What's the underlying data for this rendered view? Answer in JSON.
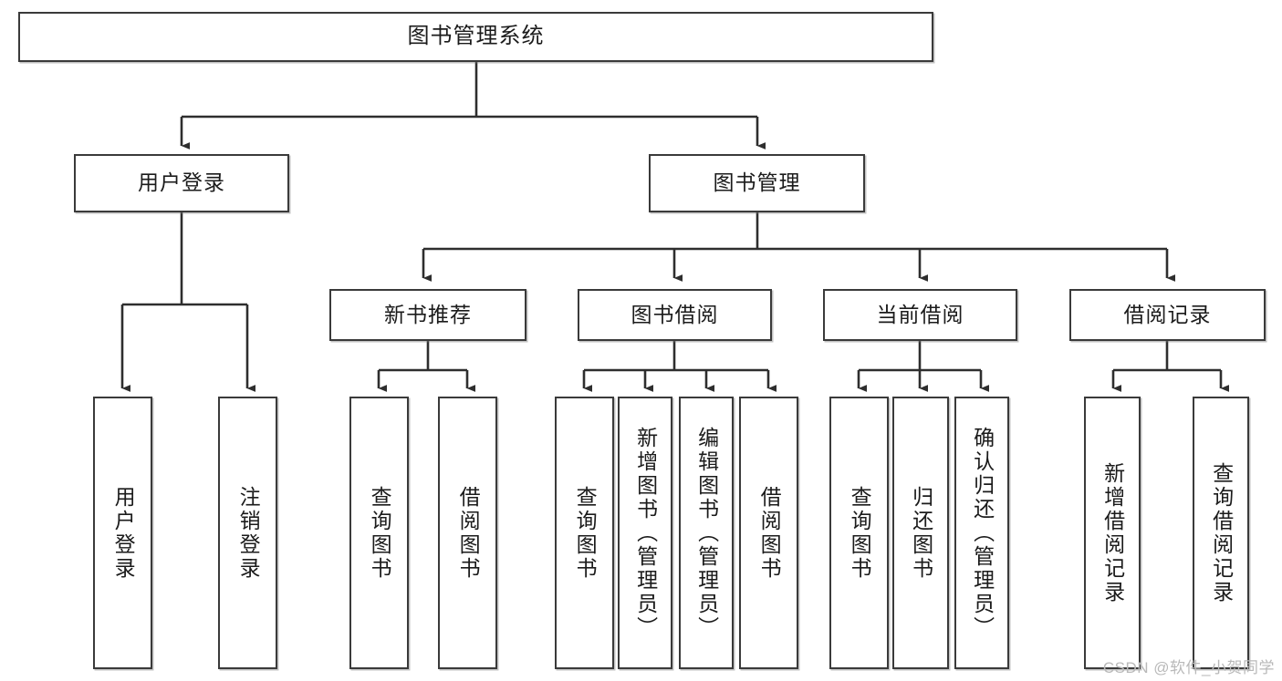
{
  "diagram": {
    "title": "图书管理系统",
    "type": "tree-hierarchy-chart",
    "stroke_color": "#3a3a3a",
    "fill_color": "#ffffff",
    "text_color": "#1b1b1b"
  },
  "nodes": {
    "root": {
      "label": "图书管理系统"
    },
    "level1": [
      {
        "label": "用户登录"
      },
      {
        "label": "图书管理"
      }
    ],
    "level2": [
      {
        "label": "新书推荐"
      },
      {
        "label": "图书借阅"
      },
      {
        "label": "当前借阅"
      },
      {
        "label": "借阅记录"
      }
    ],
    "leaves_user_login": [
      {
        "label": "用户登录"
      },
      {
        "label": "注销登录"
      }
    ],
    "leaves_new_book": [
      {
        "label": "查询图书"
      },
      {
        "label": "借阅图书"
      }
    ],
    "leaves_borrow": [
      {
        "label": "查询图书"
      },
      {
        "label": "新增图书（管理员）"
      },
      {
        "label": "编辑图书（管理员）"
      },
      {
        "label": "借阅图书"
      }
    ],
    "leaves_current": [
      {
        "label": "查询图书"
      },
      {
        "label": "归还图书"
      },
      {
        "label": "确认归还（管理员）"
      }
    ],
    "leaves_record": [
      {
        "label": "新增借阅记录"
      },
      {
        "label": "查询借阅记录"
      }
    ]
  },
  "watermark": {
    "text": "CSDN @软件_小贺同学"
  }
}
